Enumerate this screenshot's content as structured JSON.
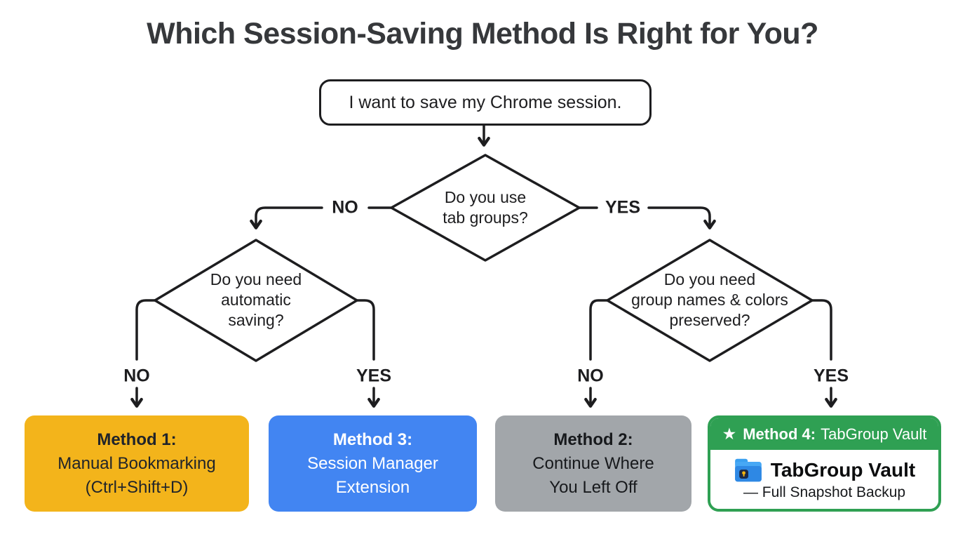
{
  "title": "Which Session-Saving Method Is Right for You?",
  "colors": {
    "stroke": "#1d1d1f",
    "title_color": "#36383b",
    "method1_bg": "#f3b41b",
    "method2_bg": "#a2a6aa",
    "method3_bg": "#4285f2",
    "method4_green": "#2fa053"
  },
  "flow": {
    "start_label": "I want to save my Chrome session.",
    "no_label": "NO",
    "yes_label": "YES",
    "decision_tab_groups": {
      "line1": "Do you use",
      "line2": "tab groups?"
    },
    "decision_auto_saving": {
      "line1": "Do you need",
      "line2": "automatic",
      "line3": "saving?"
    },
    "decision_group_names": {
      "line1": "Do you need",
      "line2": "group names & colors",
      "line3": "preserved?"
    }
  },
  "methods": {
    "method1": {
      "title": "Method 1:",
      "line1": "Manual Bookmarking",
      "line2": "(Ctrl+Shift+D)"
    },
    "method3": {
      "title": "Method 3:",
      "line1": "Session Manager",
      "line2": "Extension"
    },
    "method2": {
      "title": "Method 2:",
      "line1": "Continue Where",
      "line2": "You Left Off"
    },
    "method4": {
      "star_icon": "★",
      "header_title": "Method 4:",
      "header_suffix": "TabGroup Vault",
      "product_name": "TabGroup Vault",
      "subtitle": "— Full Snapshot Backup"
    }
  }
}
